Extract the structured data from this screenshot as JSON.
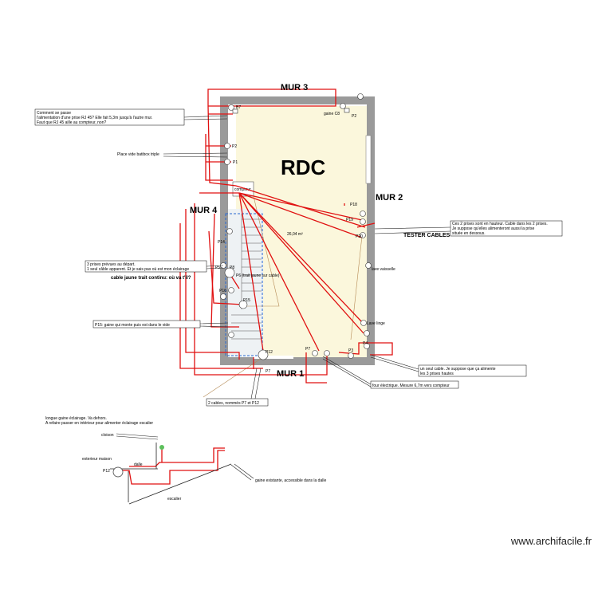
{
  "walls": {
    "mur1": "MUR 1",
    "mur2": "MUR 2",
    "mur3": "MUR 3",
    "mur4": "MUR 4"
  },
  "room": {
    "name": "RDC",
    "area": "26,04 m²"
  },
  "labels": {
    "p1": "P1",
    "p2": "P2",
    "b7": "B7",
    "gaine_c8": "gaine C8",
    "p2b": "P2",
    "p18": "P18",
    "p19": "P19",
    "p20": "P20",
    "p3": "P3",
    "p4": "P4",
    "p7": "P7",
    "p7b": "P7",
    "p8": "P8",
    "p12": "P12",
    "p14": "P14",
    "p5": "P5",
    "p6": "P6",
    "p16": "P16",
    "p15": "P15",
    "compteur": "compteur",
    "lave_vaisselle": "lave vaisselle",
    "lave_linge": "Lave linge",
    "tester_cables": "TESTER CABLES",
    "p6_note": "P6 (trait jaune sur cable)",
    "cable_jaune": "cable jaune trait continu: où va t'il?"
  },
  "notes": {
    "rj45": [
      "Comment se passe",
      "l'alimentation d'une prise RJ 45? Elle fait 5,3m jusqu'à l'autre mur.",
      "Faut que RJ 45 aille au compteur, non?"
    ],
    "place_vide": "Place vide batibox triple",
    "prises_depart": [
      "3 prises prévues au départ.",
      "1 seul câble apparent. Et je sais pas où est mon éclairage"
    ],
    "p15_gaine": "P15: gaine qui monte puis est dans le vide",
    "prises_hauteur": [
      "Ces 2 prises sont en hauteur. Cable dans les 2 prises.",
      "Je suppose qu'elles alimenteront aussi la prise",
      "située en dessous."
    ],
    "seul_cable": [
      "un seul cable. Je suppose que ça alimente",
      "les 3 prises hautes"
    ],
    "four": "four électrique. Mesure 6,7m vers compteur",
    "deux_cables": "2 cables, nommés P7 et P12",
    "longue_gaine": [
      "longue gaine éclairage. Va dehors.",
      "A refaire passer en intérieur pour alimenter éclairage escalier"
    ]
  },
  "section": {
    "cloison": "cloison",
    "exterieur": "exterieur maison",
    "p12": "P12",
    "dalle": "dalle",
    "escalier": "escalier",
    "gaine_existante": "gaine existante, accessible dans la dalle"
  },
  "watermark": "www.archifacile.fr"
}
